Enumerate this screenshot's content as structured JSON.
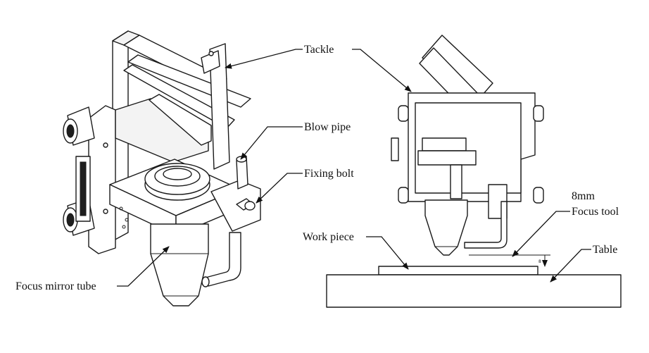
{
  "labels": {
    "tackle": "Tackle",
    "blow_pipe": "Blow pipe",
    "fixing_bolt": "Fixing bolt",
    "focus_mirror_tube": "Focus mirror tube",
    "focus_tool_size": "8mm",
    "focus_tool": "Focus tool",
    "work_piece": "Work piece",
    "table": "Table",
    "dimension_mark": "8"
  },
  "colors": {
    "line": "#1a1a1a",
    "background": "#ffffff"
  }
}
